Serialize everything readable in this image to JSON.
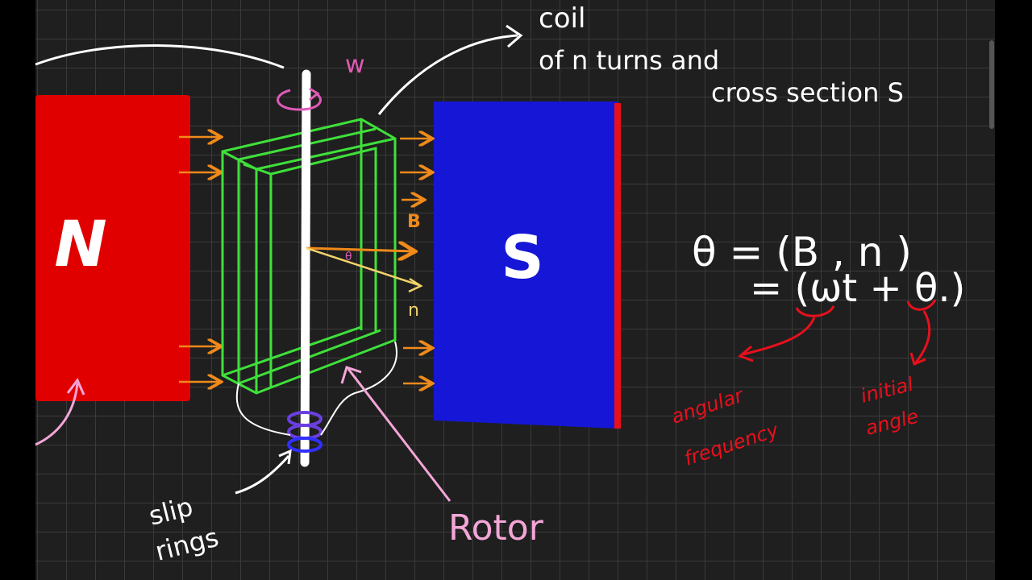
{
  "diagram": {
    "north_pole_label": "N",
    "south_pole_label": "S",
    "omega_label": "w",
    "coil_note_line1": "coil",
    "coil_note_line2": "of n turns and",
    "coil_note_line3": "cross section S",
    "b_vector_label": "B",
    "n_vector_label": "n",
    "theta_vector_label": "θ",
    "slip_rings_line1": "slip",
    "slip_rings_line2": "rings",
    "rotor_label": "Rotor",
    "equation_line1": "θ = (B , n )",
    "equation_line2": "= (ωt + θ.)",
    "angular_freq_line1": "angular",
    "angular_freq_line2": "frequency",
    "initial_angle_line1": "initial",
    "initial_angle_line2": "angle"
  },
  "colors": {
    "north_magnet": "#e00000",
    "south_magnet": "#1616d6",
    "coil": "#3fe03a",
    "field_arrows": "#f08a1a",
    "pink_annotation": "#f4a6d8",
    "magenta": "#e05ab8",
    "red_annotation": "#e8101c",
    "shaft": "#ffffff"
  }
}
